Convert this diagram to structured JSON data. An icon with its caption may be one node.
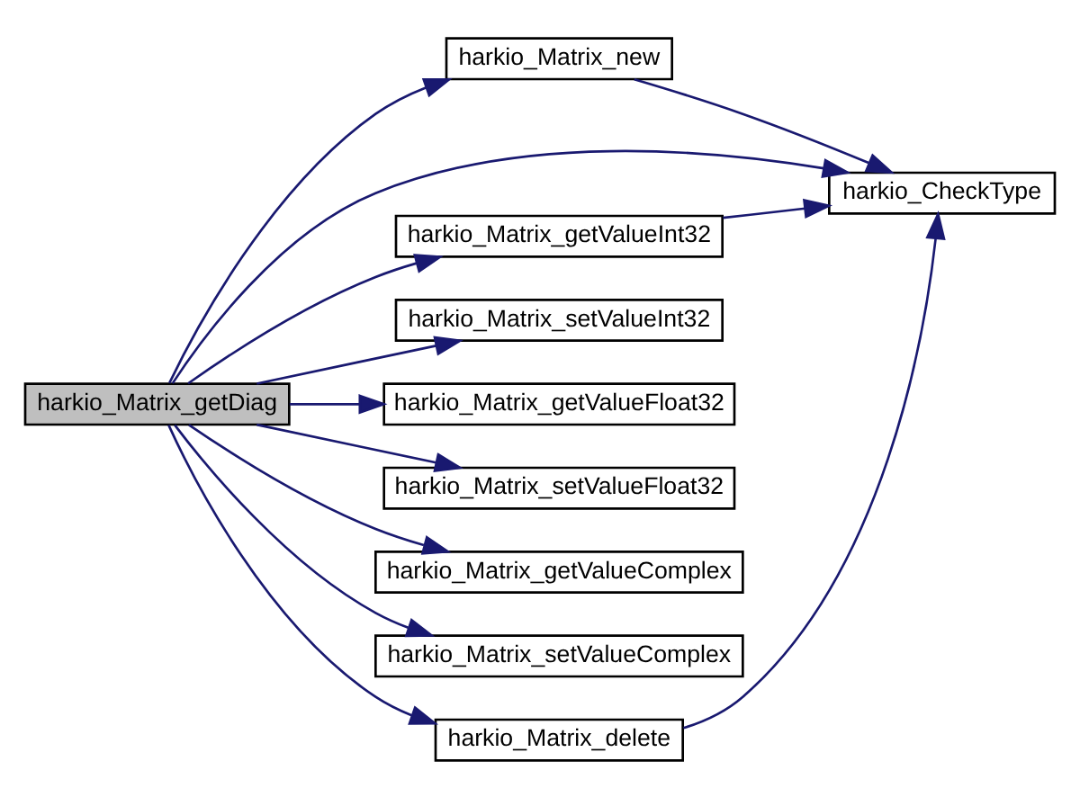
{
  "diagram": {
    "nodes": [
      {
        "text": [
          "harkio_Matrix_getDiag"
        ]
      },
      {
        "text": [
          "harkio_Matrix_new"
        ]
      },
      {
        "text": [
          "harkio_CheckType"
        ]
      },
      {
        "text": [
          "harkio_Matrix_getValueInt32"
        ]
      },
      {
        "text": [
          "harkio_Matrix_setValueInt32"
        ]
      },
      {
        "text": [
          "harkio_Matrix_getValueFloat32"
        ]
      },
      {
        "text": [
          "harkio_Matrix_setValueFloat32"
        ]
      },
      {
        "text": [
          "harkio_Matrix_getValueComplex"
        ]
      },
      {
        "text": [
          "harkio_Matrix_setValueComplex"
        ]
      },
      {
        "text": [
          "harkio_Matrix_delete"
        ]
      }
    ],
    "edges": [
      {
        "from": 0,
        "to": 1,
        "arrow": "to"
      },
      {
        "from": 0,
        "to": 2,
        "arrow": "to"
      },
      {
        "from": 0,
        "to": 3,
        "arrow": "to"
      },
      {
        "from": 0,
        "to": 4,
        "arrow": "to"
      },
      {
        "from": 0,
        "to": 5,
        "arrow": "to"
      },
      {
        "from": 0,
        "to": 6,
        "arrow": "to"
      },
      {
        "from": 0,
        "to": 7,
        "arrow": "to"
      },
      {
        "from": 0,
        "to": 8,
        "arrow": "to"
      },
      {
        "from": 0,
        "to": 9,
        "arrow": "to"
      },
      {
        "from": 1,
        "to": 2,
        "arrow": "to"
      },
      {
        "from": 3,
        "to": 2,
        "arrow": "to"
      },
      {
        "from": 9,
        "to": 2,
        "arrow": "to"
      }
    ]
  }
}
